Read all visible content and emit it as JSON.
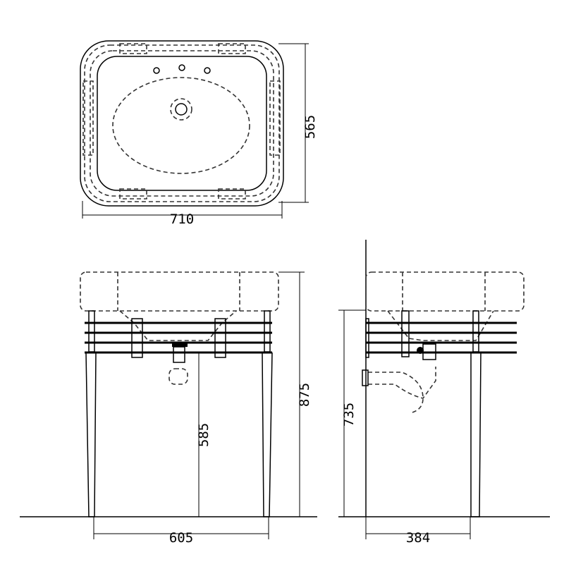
{
  "title": "Washbasin on stand - technical drawing",
  "views": {
    "top": {
      "width_label": "710",
      "depth_label": "565"
    },
    "front": {
      "leg_span_label": "605",
      "drain_height_label": "585",
      "total_height_label": "875"
    },
    "side": {
      "depth_label": "384",
      "rail_height_label": "735"
    }
  }
}
